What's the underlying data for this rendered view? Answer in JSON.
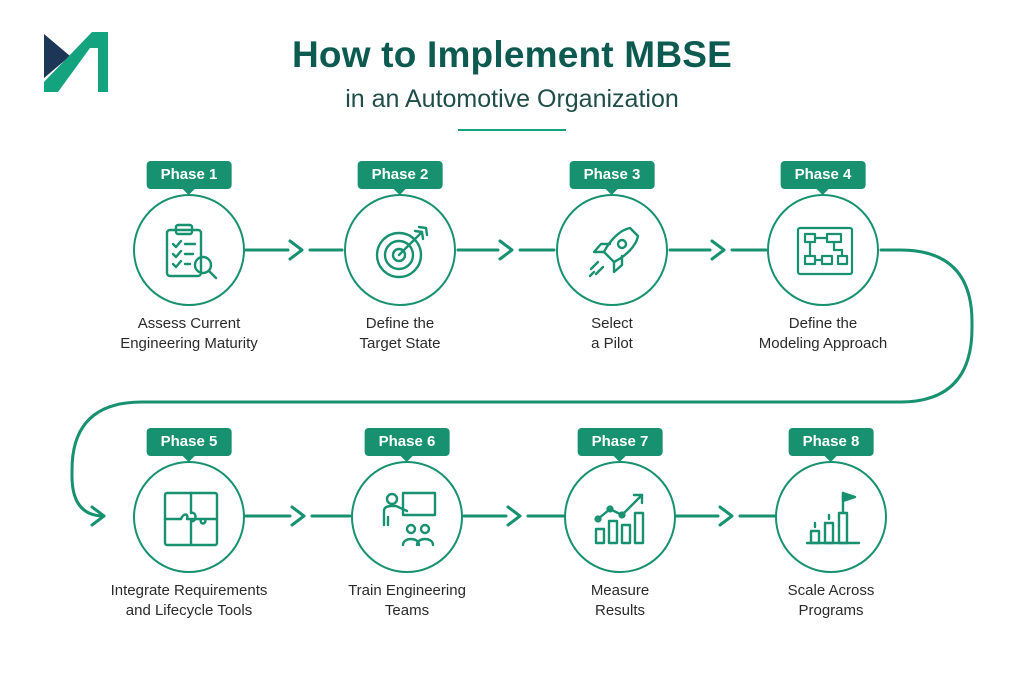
{
  "header": {
    "title": "How to Implement MBSE",
    "subtitle": "in an Automotive Organization"
  },
  "colors": {
    "accent": "#17916f",
    "title": "#0d5b50",
    "logo_dark": "#1d3557",
    "logo_green": "#14a37f"
  },
  "phases": [
    {
      "badge": "Phase 1",
      "line1": "Assess Current",
      "line2": "Engineering Maturity",
      "icon": "clipboard-checklist-magnifier-icon"
    },
    {
      "badge": "Phase 2",
      "line1": "Define the",
      "line2": "Target State",
      "icon": "target-arrow-icon"
    },
    {
      "badge": "Phase 3",
      "line1": "Select",
      "line2": "a Pilot",
      "icon": "rocket-icon"
    },
    {
      "badge": "Phase 4",
      "line1": "Define the",
      "line2": "Modeling Approach",
      "icon": "model-diagram-icon"
    },
    {
      "badge": "Phase 5",
      "line1": "Integrate Requirements",
      "line2": "and Lifecycle Tools",
      "icon": "puzzle-icon"
    },
    {
      "badge": "Phase 6",
      "line1": "Train Engineering",
      "line2": "Teams",
      "icon": "presenter-teaching-icon"
    },
    {
      "badge": "Phase 7",
      "line1": "Measure",
      "line2": "Results",
      "icon": "bar-chart-trend-icon"
    },
    {
      "badge": "Phase 8",
      "line1": "Scale Across",
      "line2": "Programs",
      "icon": "growth-chart-flag-icon"
    }
  ]
}
